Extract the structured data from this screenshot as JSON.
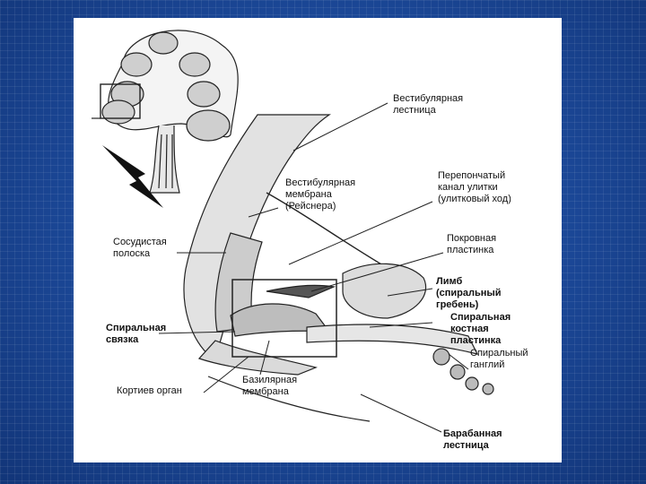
{
  "labels": {
    "scala_vestibuli": "Вестибулярная\nлестница",
    "cochlear_duct": "Перепончатый\nканал улитки\n(улитковый ход)",
    "reissner_membrane": "Вестибулярная\nмембрана\n(Рейснера)",
    "tectorial_membrane": "Покровная\nпластинка",
    "stria_vascularis": "Сосудистая\nполоска",
    "limbus": "Лимб\n(спиральный\nгребень)",
    "spiral_ligament": "Спиральная\nсвязка",
    "osseous_lamina": "Спиральная\nкостная\nпластинка",
    "spiral_ganglion": "Спиральный\nганглий",
    "organ_of_corti": "Кортиев орган",
    "basilar_membrane": "Базилярная\nмембрана",
    "scala_tympani": "Барабанная\nлестница"
  }
}
